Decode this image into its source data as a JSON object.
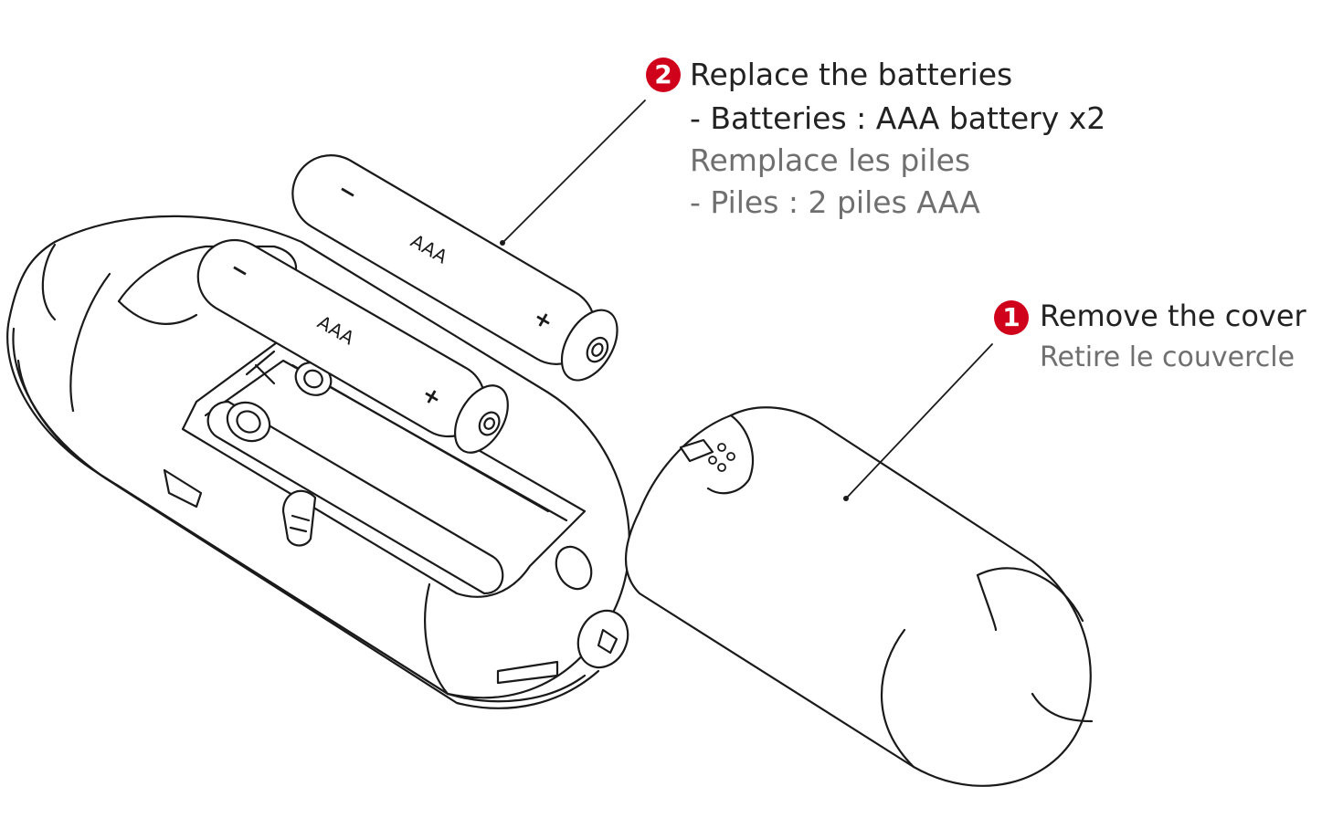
{
  "step2": {
    "number": "2",
    "title": "Replace the batteries",
    "spec": "- Batteries : AAA battery x2",
    "title_fr": "Remplace les piles",
    "spec_fr": "- Piles : 2 piles AAA"
  },
  "step1": {
    "number": "1",
    "title": "Remove the cover",
    "title_fr": "Retire le couvercle"
  },
  "battery_labels": {
    "type_top": "AAA",
    "type_bottom": "AAA",
    "negative": "−",
    "positive": "+"
  },
  "colors": {
    "badge": "#d0021b",
    "line": "#1a1a1a",
    "text_primary": "#222222",
    "text_secondary": "#6f6f6f"
  }
}
